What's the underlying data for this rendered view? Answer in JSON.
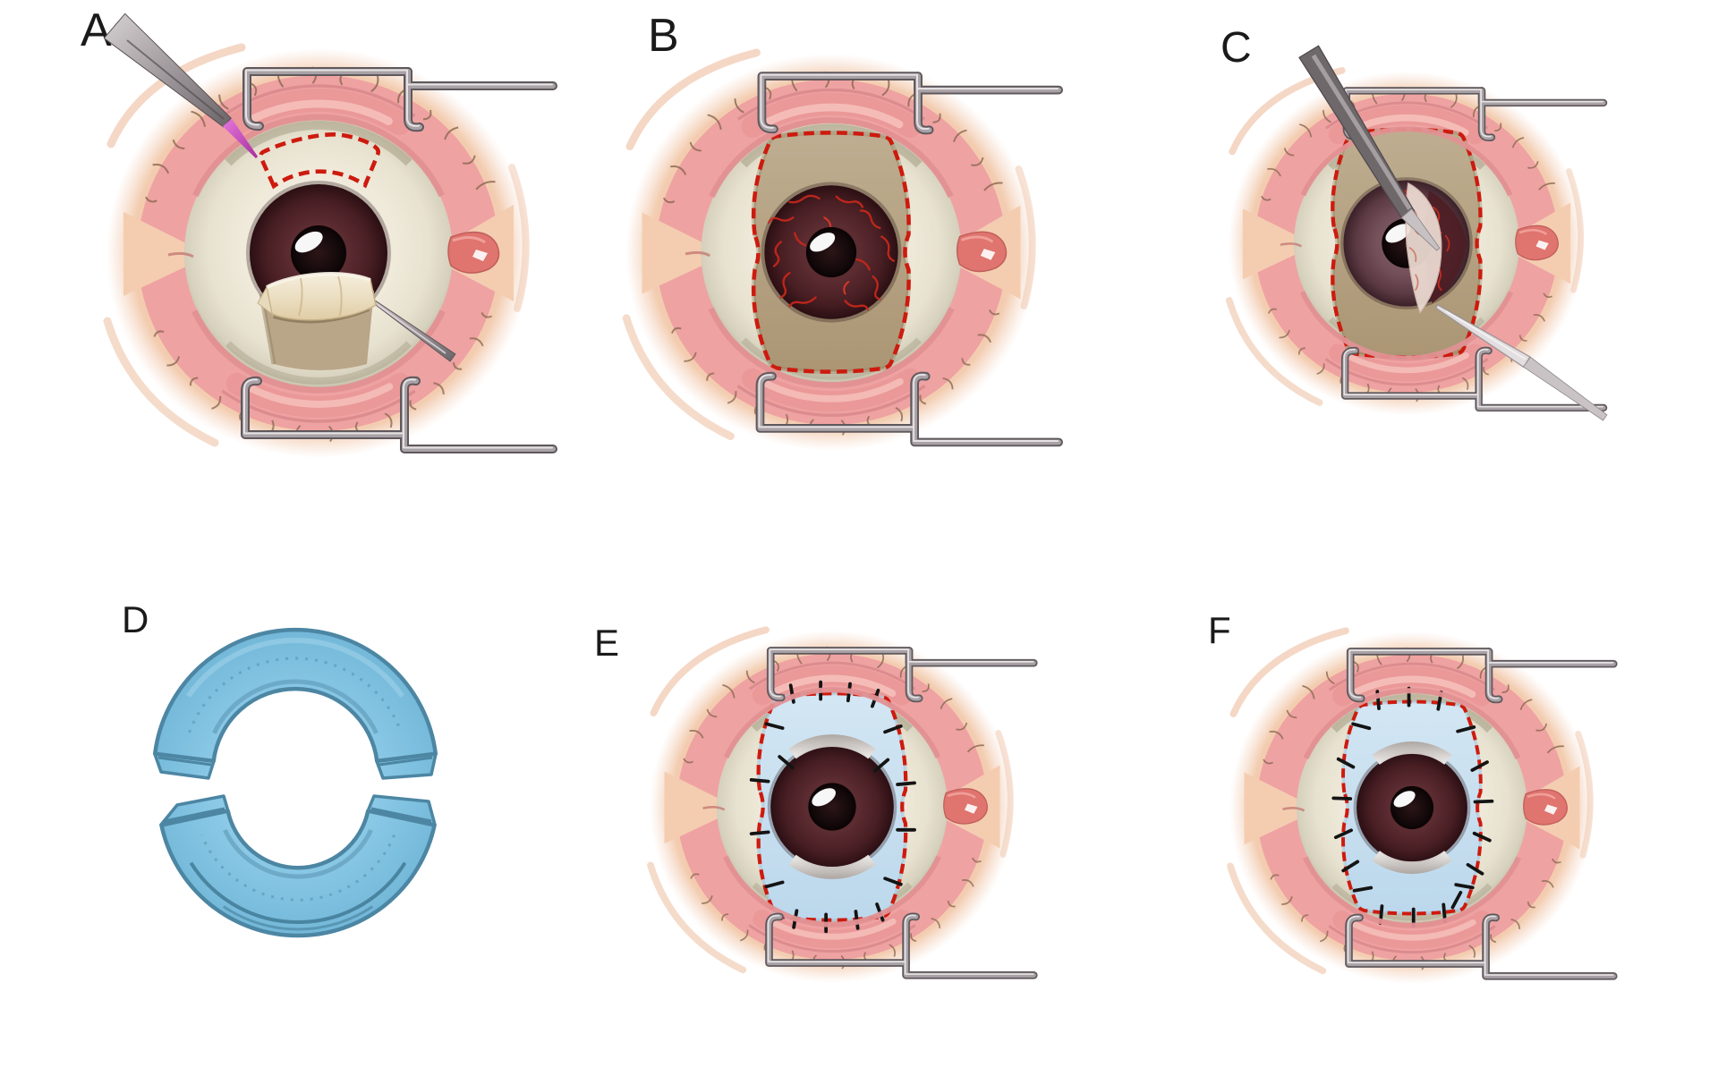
{
  "figure": {
    "panels": [
      {
        "id": "a",
        "label": "A"
      },
      {
        "id": "b",
        "label": "B"
      },
      {
        "id": "c",
        "label": "C"
      },
      {
        "id": "d",
        "label": "D"
      },
      {
        "id": "e",
        "label": "E"
      },
      {
        "id": "f",
        "label": "F"
      }
    ]
  },
  "palette": {
    "background": "#ffffff",
    "label_color": "#1a1a1a",
    "skin": "#f6d3ba",
    "skin_shadow": "#ecb795",
    "eyelid_pink": "#efa2a2",
    "eyelid_fold": "#d98a8c",
    "eyelid_highlight": "#f6c0ba",
    "sclera": "#f0ebdd",
    "sclera_shadow": "#ccc7b2",
    "iris_brown": "#53262b",
    "iris_mauve": "#6d4a53",
    "pupil": "#140a0b",
    "bare_sclera_tan": "#b9a588",
    "flap_cream": "#f2ead7",
    "dashed_line_red": "#ce1a0e",
    "vessel_red": "#c5271b",
    "graft_blue": "#86c6e4",
    "graft_blue_rim": "#4c86a3",
    "patch_blue": "#cbe1f1",
    "suture_black": "#141414",
    "metal_gray": "#8f878b",
    "metal_highlight": "#e6e2e4",
    "marker_magenta": "#c94fc0",
    "caruncle_pink": "#e0746e"
  }
}
